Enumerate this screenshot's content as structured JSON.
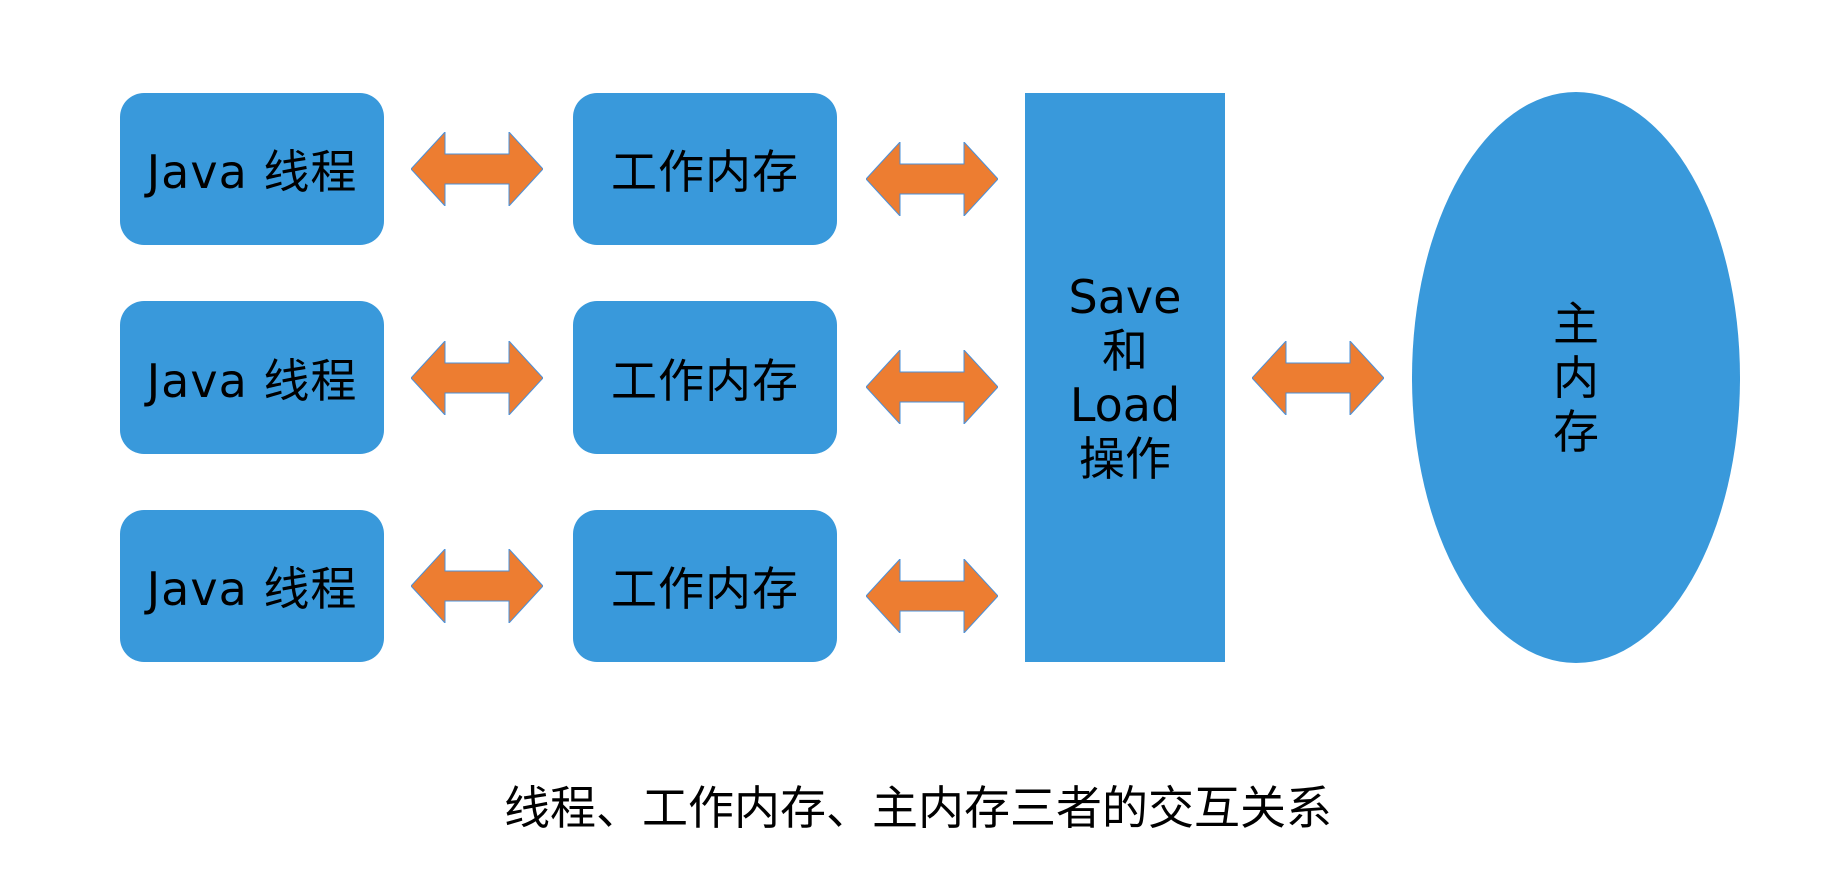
{
  "diagram": {
    "title": "线程、工作内存、主内存三者的交互关系",
    "colors": {
      "box_fill": "#3999DB",
      "arrow_fill": "#ED7D31",
      "arrow_stroke": "#4A90D9",
      "text": "#000000"
    },
    "threads": [
      {
        "label": "Java 线程"
      },
      {
        "label": "Java 线程"
      },
      {
        "label": "Java 线程"
      }
    ],
    "working_memories": [
      {
        "label": "工作内存"
      },
      {
        "label": "工作内存"
      },
      {
        "label": "工作内存"
      }
    ],
    "save_load": {
      "lines": [
        "Save",
        "和",
        "Load",
        "操作"
      ]
    },
    "main_memory": {
      "lines": [
        "主",
        "内",
        "存"
      ]
    },
    "connectors": [
      {
        "from": "Java 线程",
        "to": "工作内存",
        "type": "bidirectional-arrow"
      },
      {
        "from": "工作内存",
        "to": "Save和Load操作",
        "type": "bidirectional-arrow"
      },
      {
        "from": "Save和Load操作",
        "to": "主内存",
        "type": "bidirectional-arrow"
      }
    ]
  }
}
